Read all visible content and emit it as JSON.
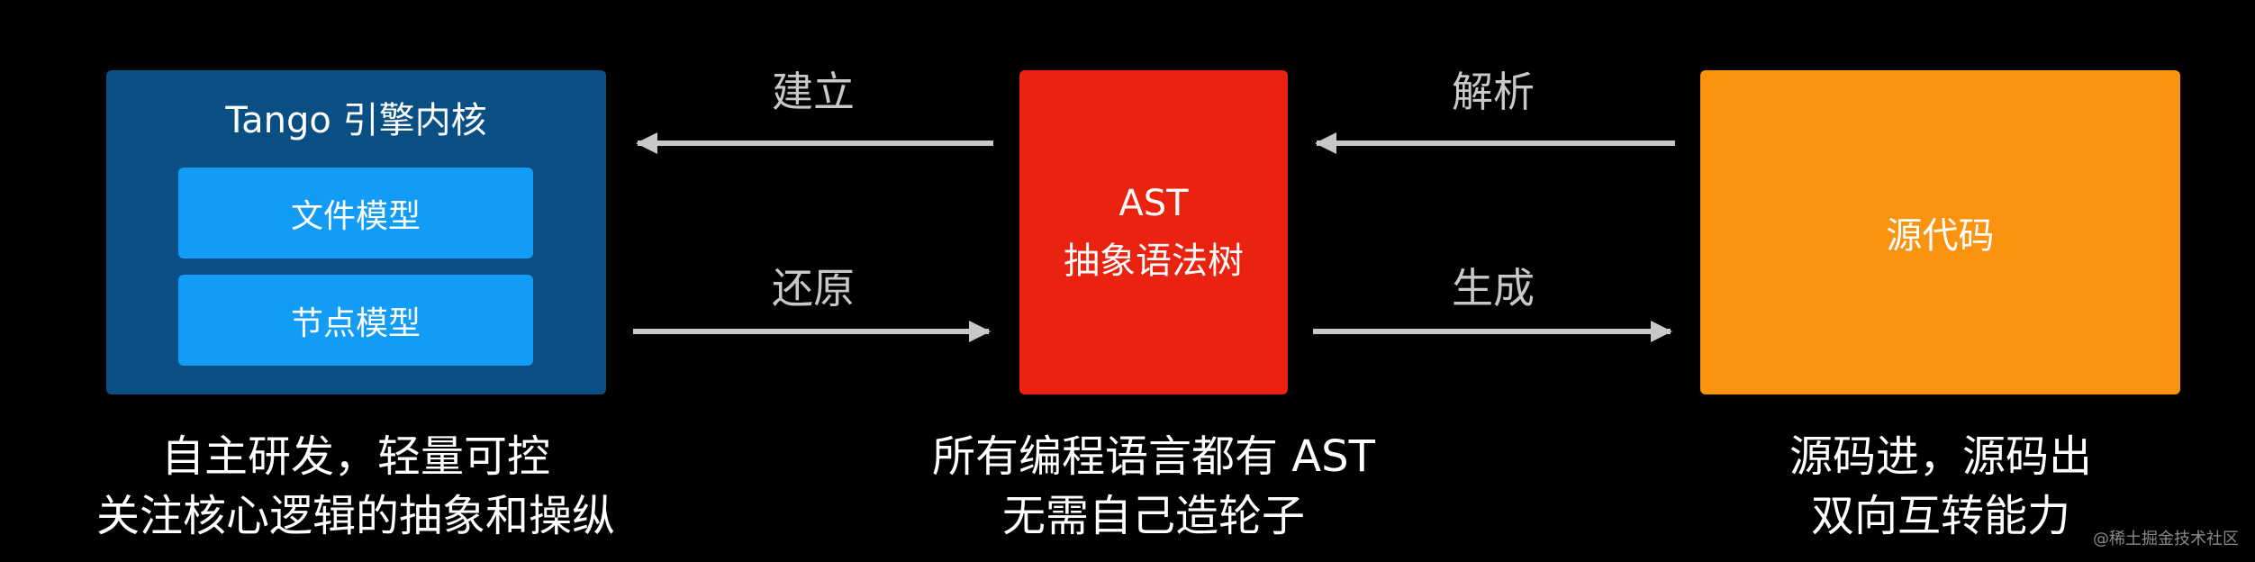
{
  "colors": {
    "background": "#000000",
    "engine_box": "#0a4f84",
    "inner_box": "#129cf6",
    "ast_box": "#ea2210",
    "source_box": "#fa9310",
    "arrow": "#c8c8c8"
  },
  "engine": {
    "title": "Tango 引擎内核",
    "file_model": "文件模型",
    "node_model": "节点模型"
  },
  "ast": {
    "line1": "AST",
    "line2": "抽象语法树"
  },
  "source": {
    "label": "源代码"
  },
  "arrows": {
    "build": "建立",
    "restore": "还原",
    "parse": "解析",
    "generate": "生成"
  },
  "captions": {
    "left": [
      "自主研发，轻量可控",
      "关注核心逻辑的抽象和操纵"
    ],
    "middle": [
      "所有编程语言都有 AST",
      "无需自己造轮子"
    ],
    "right": [
      "源码进，源码出",
      "双向互转能力"
    ]
  },
  "watermark": "@稀土掘金技术社区"
}
